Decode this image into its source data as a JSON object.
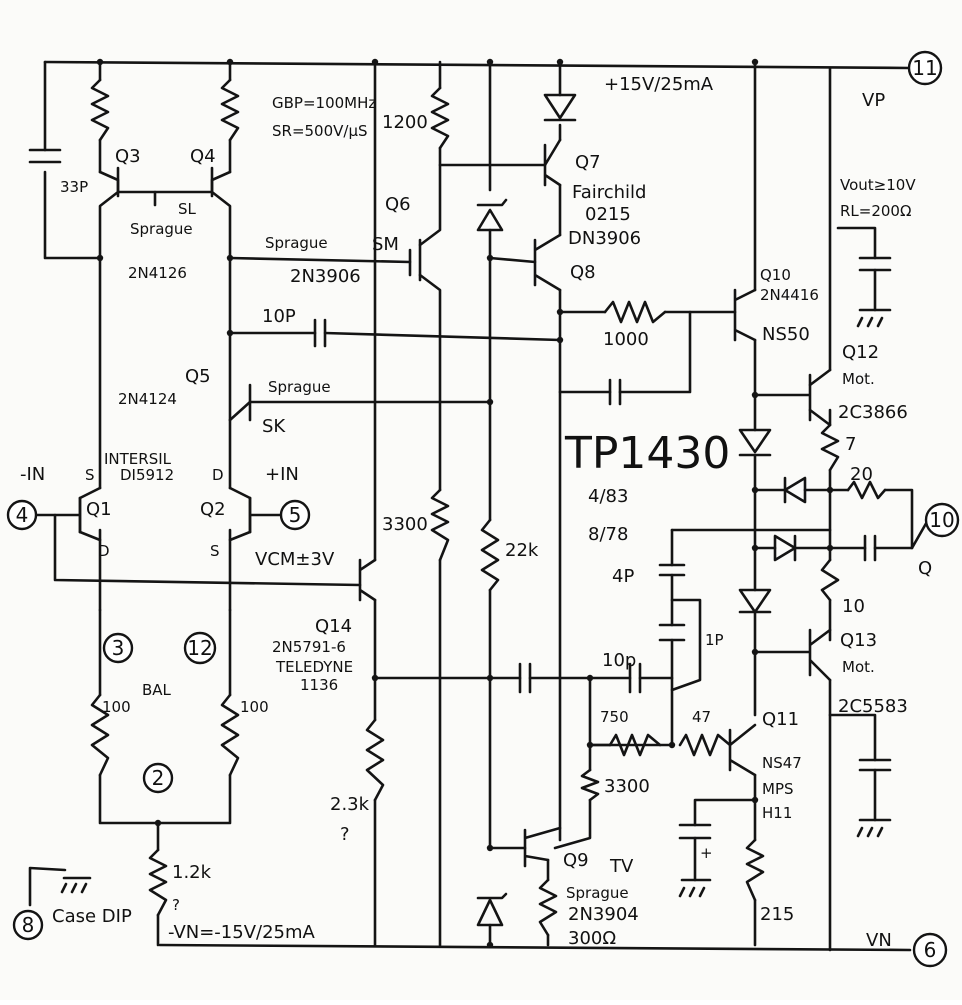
{
  "title": "TP1430",
  "dates": [
    "4/83",
    "8/78"
  ],
  "notes": {
    "gbp": "GBP=100MHz",
    "sr": "SR=500V/µS",
    "vcm": "VCM±3V",
    "vout": "Vout≥10V",
    "rl": "RL=200Ω",
    "supply_pos": "+15V/25mA",
    "supply_neg": "-VN=-15V/25mA",
    "question": "?"
  },
  "pins": [
    {
      "num": "4",
      "label": "-IN"
    },
    {
      "num": "5",
      "label": "+IN"
    },
    {
      "num": "3",
      "label": "BAL"
    },
    {
      "num": "12",
      "label": ""
    },
    {
      "num": "2",
      "label": ""
    },
    {
      "num": "8",
      "label": "Case DIP"
    },
    {
      "num": "11",
      "label": "VP"
    },
    {
      "num": "6",
      "label": "VN"
    },
    {
      "num": "10",
      "label": "Q"
    }
  ],
  "transistors": [
    {
      "ref": "Q1",
      "notes": [
        "S",
        "D"
      ]
    },
    {
      "ref": "Q2",
      "notes": [
        "D",
        "S"
      ]
    },
    {
      "ref": "Q3",
      "notes": []
    },
    {
      "ref": "Q4",
      "notes": [
        "SL",
        "Sprague",
        "2N4126"
      ]
    },
    {
      "ref": "Q5",
      "notes": [
        "2N4124",
        "Sprague",
        "SK"
      ]
    },
    {
      "ref": "Q6",
      "notes": [
        "Sprague",
        "SM",
        "2N3906"
      ]
    },
    {
      "ref": "Q7",
      "notes": [
        "Fairchild",
        "0215",
        "DN3906"
      ]
    },
    {
      "ref": "Q8",
      "notes": []
    },
    {
      "ref": "Q9",
      "notes": [
        "TV",
        "Sprague",
        "2N3904"
      ]
    },
    {
      "ref": "Q10",
      "notes": [
        "2N4416",
        "NS50"
      ]
    },
    {
      "ref": "Q11",
      "notes": [
        "NS47",
        "MPS",
        "H11"
      ]
    },
    {
      "ref": "Q12",
      "notes": [
        "Mot.",
        "2C3866"
      ]
    },
    {
      "ref": "Q13",
      "notes": [
        "Mot.",
        "2C5583"
      ]
    },
    {
      "ref": "Q14",
      "notes": [
        "2N5791-6",
        "TELEDYNE",
        "1136"
      ]
    }
  ],
  "fet_label": [
    "INTERSIL",
    "DI5912"
  ],
  "resistors": [
    "1200",
    "1000",
    "3300",
    "22k",
    "100",
    "100",
    "2.3k",
    "1.2k",
    "750",
    "47",
    "3300",
    "300Ω",
    "215",
    "7",
    "20",
    "10"
  ],
  "capacitors": [
    "33P",
    "10P",
    "4P",
    "1P",
    "10p"
  ]
}
